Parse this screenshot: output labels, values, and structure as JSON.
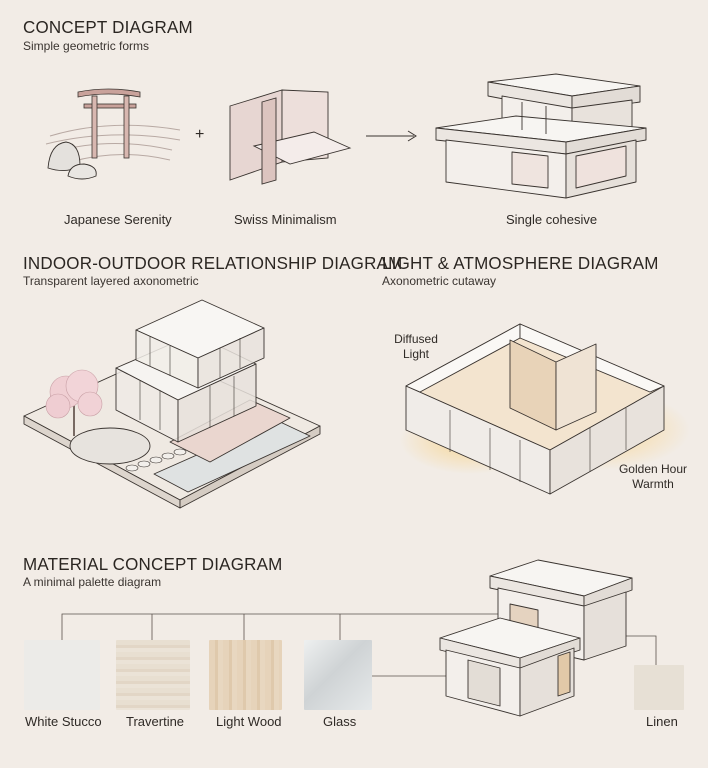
{
  "concept": {
    "title": "CONCEPT DIAGRAM",
    "subtitle": "Simple geometric forms",
    "plus": "+",
    "arrow": "→",
    "labels": [
      "Japanese Serenity",
      "Swiss Minimalism",
      "Single cohesive"
    ]
  },
  "indoor_outdoor": {
    "title": "INDOOR-OUTDOOR RELATIONSHIP DIAGRAM",
    "subtitle": "Transparent layered axonometric"
  },
  "light": {
    "title": "LIGHT & ATMOSPHERE DIAGRAM",
    "subtitle": "Axonometric cutaway",
    "label_diffused_line1": "Diffused",
    "label_diffused_line2": "Light",
    "label_golden_line1": "Golden Hour",
    "label_golden_line2": "Warmth"
  },
  "material": {
    "title": "MATERIAL CONCEPT DIAGRAM",
    "subtitle": "A minimal palette diagram",
    "swatches": [
      {
        "label": "White Stucco",
        "color": "#ecebe8"
      },
      {
        "label": "Travertine",
        "color": "#e6dccd"
      },
      {
        "label": "Light Wood",
        "color": "#e3cfb4"
      },
      {
        "label": "Glass",
        "color": "#d7dadb"
      },
      {
        "label": "Linen",
        "color": "#e7e0d5"
      }
    ]
  },
  "colors": {
    "background": "#f2ece6",
    "line": "#3a3430",
    "blush": "#e8c9c3",
    "warm_glow": "#f6d9a0"
  }
}
